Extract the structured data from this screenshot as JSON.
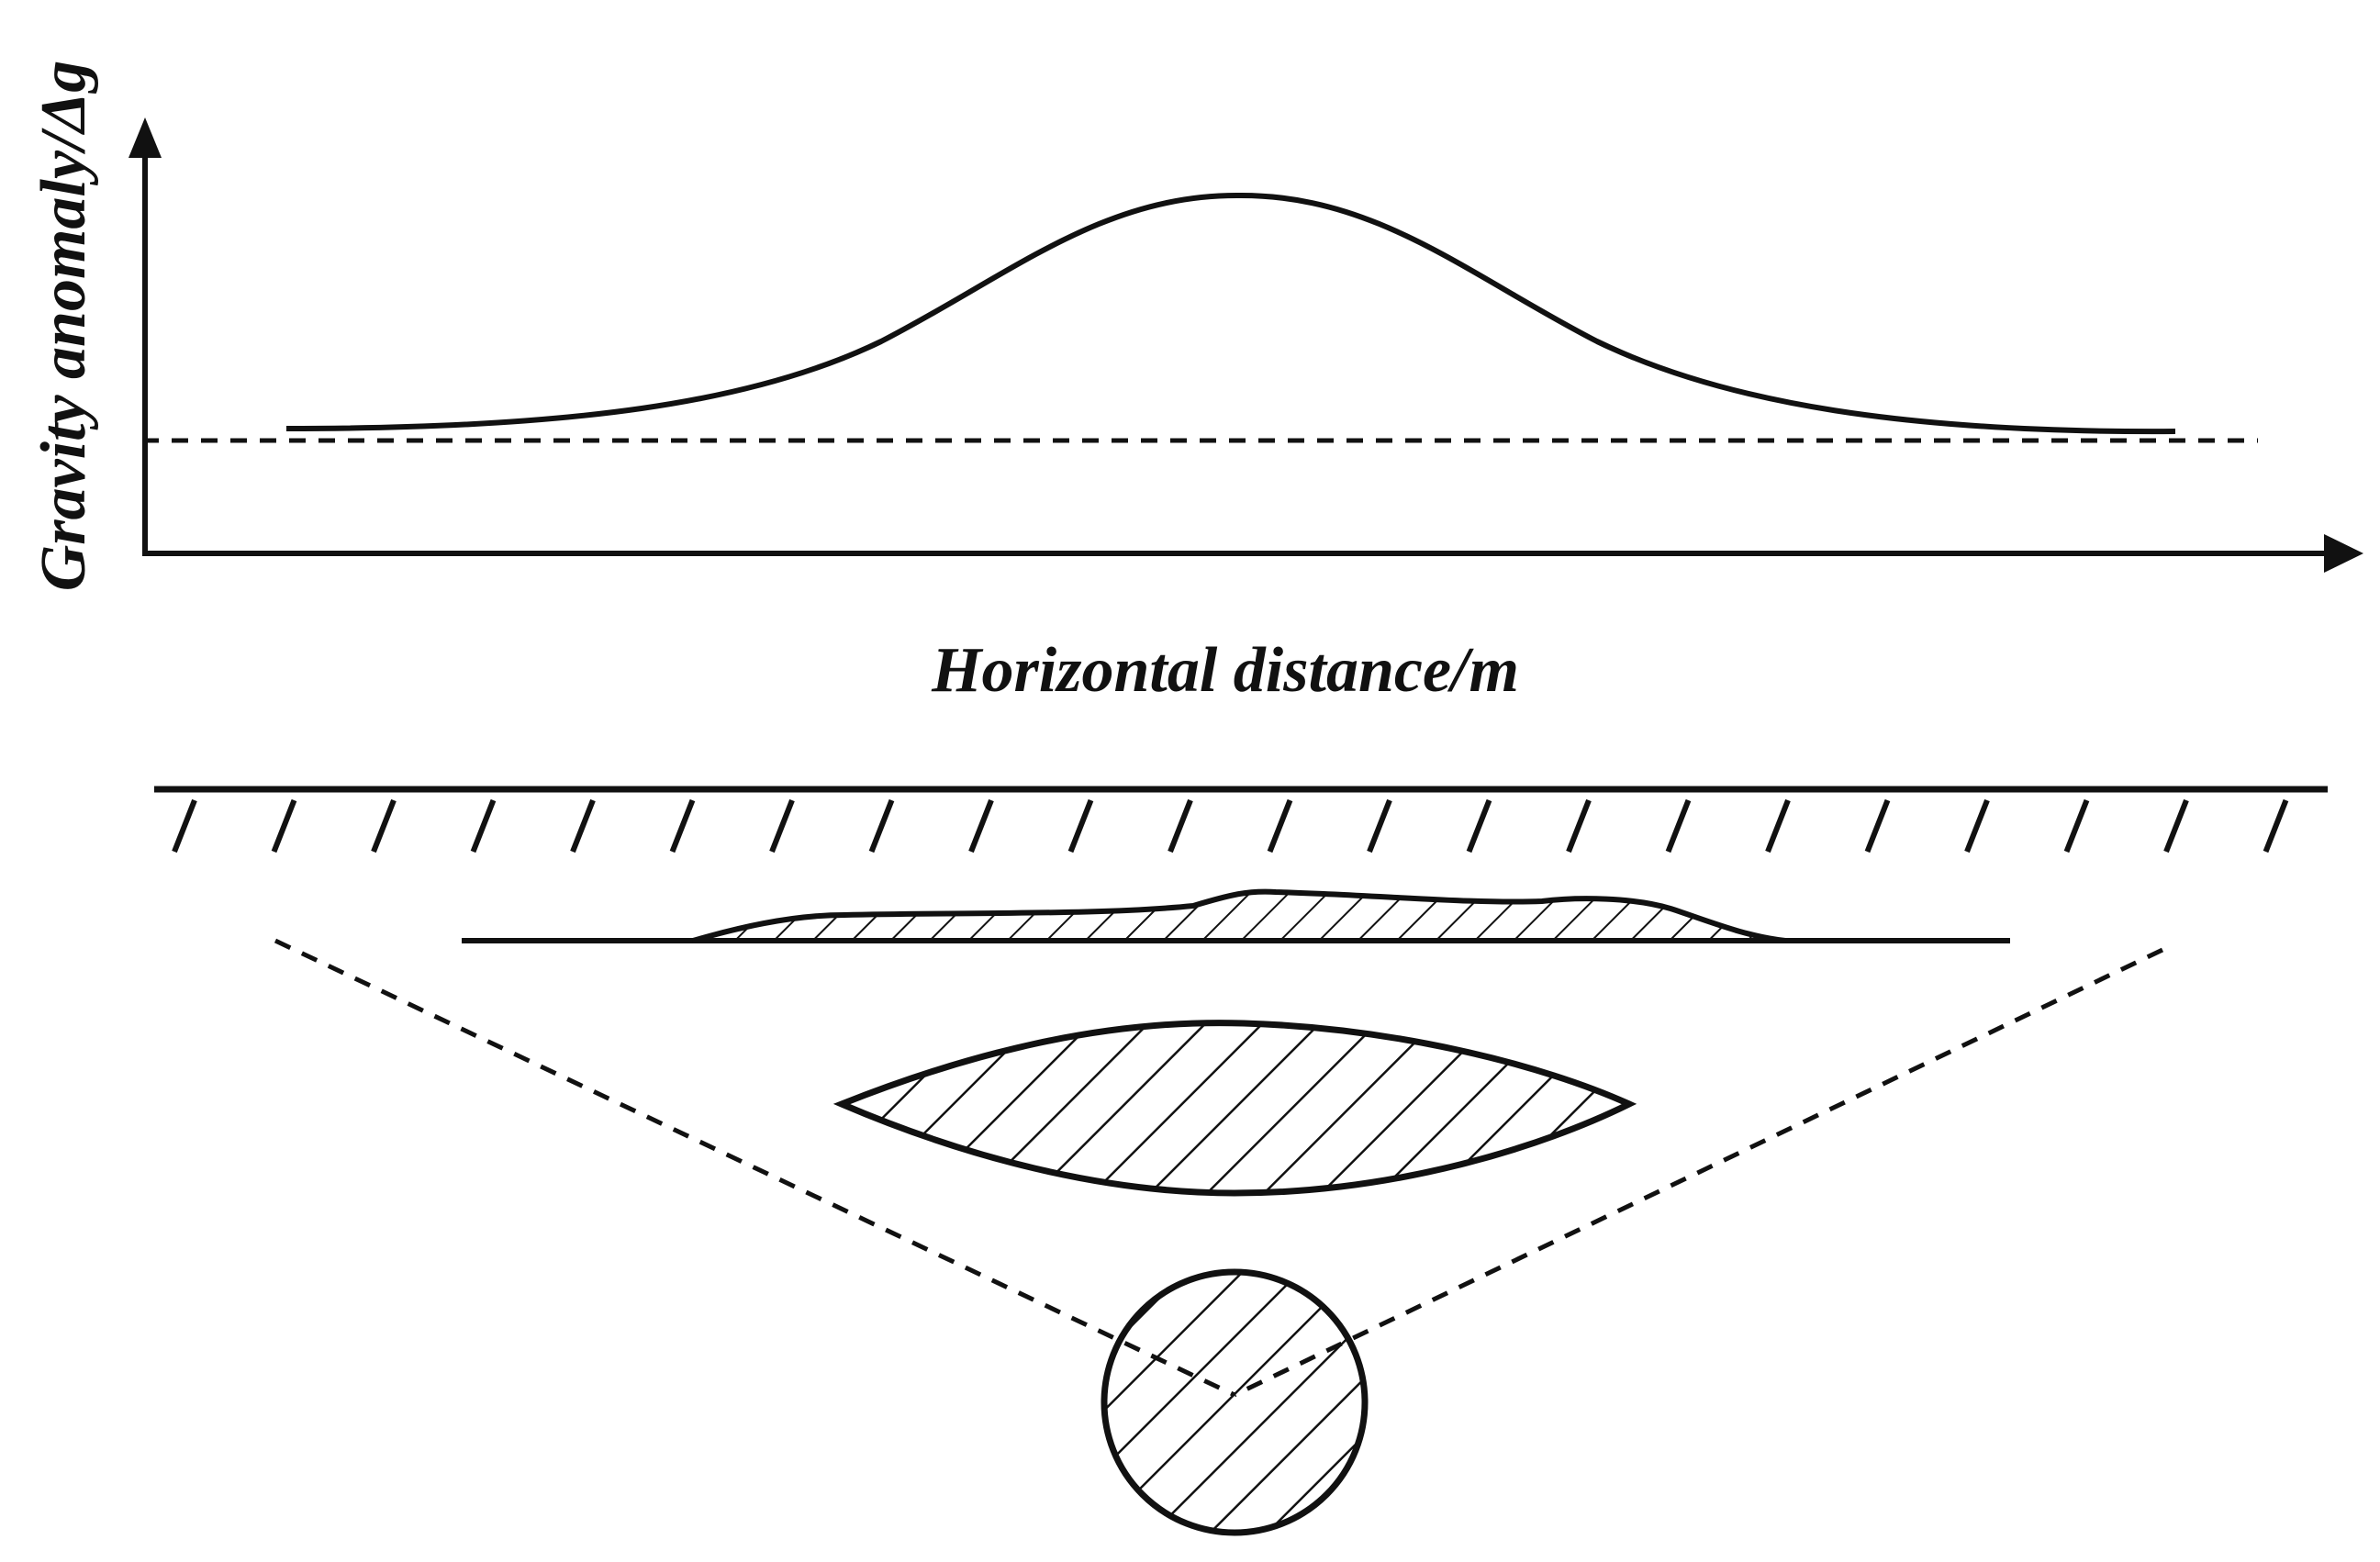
{
  "axes": {
    "y_label": "Gravity anomaly/Δg",
    "x_label": "Horizontal distance/m"
  },
  "colors": {
    "ink": "#111111",
    "background": "#ffffff"
  },
  "bodies": [
    "thin-surface-layer",
    "lens-body",
    "sphere-body"
  ]
}
